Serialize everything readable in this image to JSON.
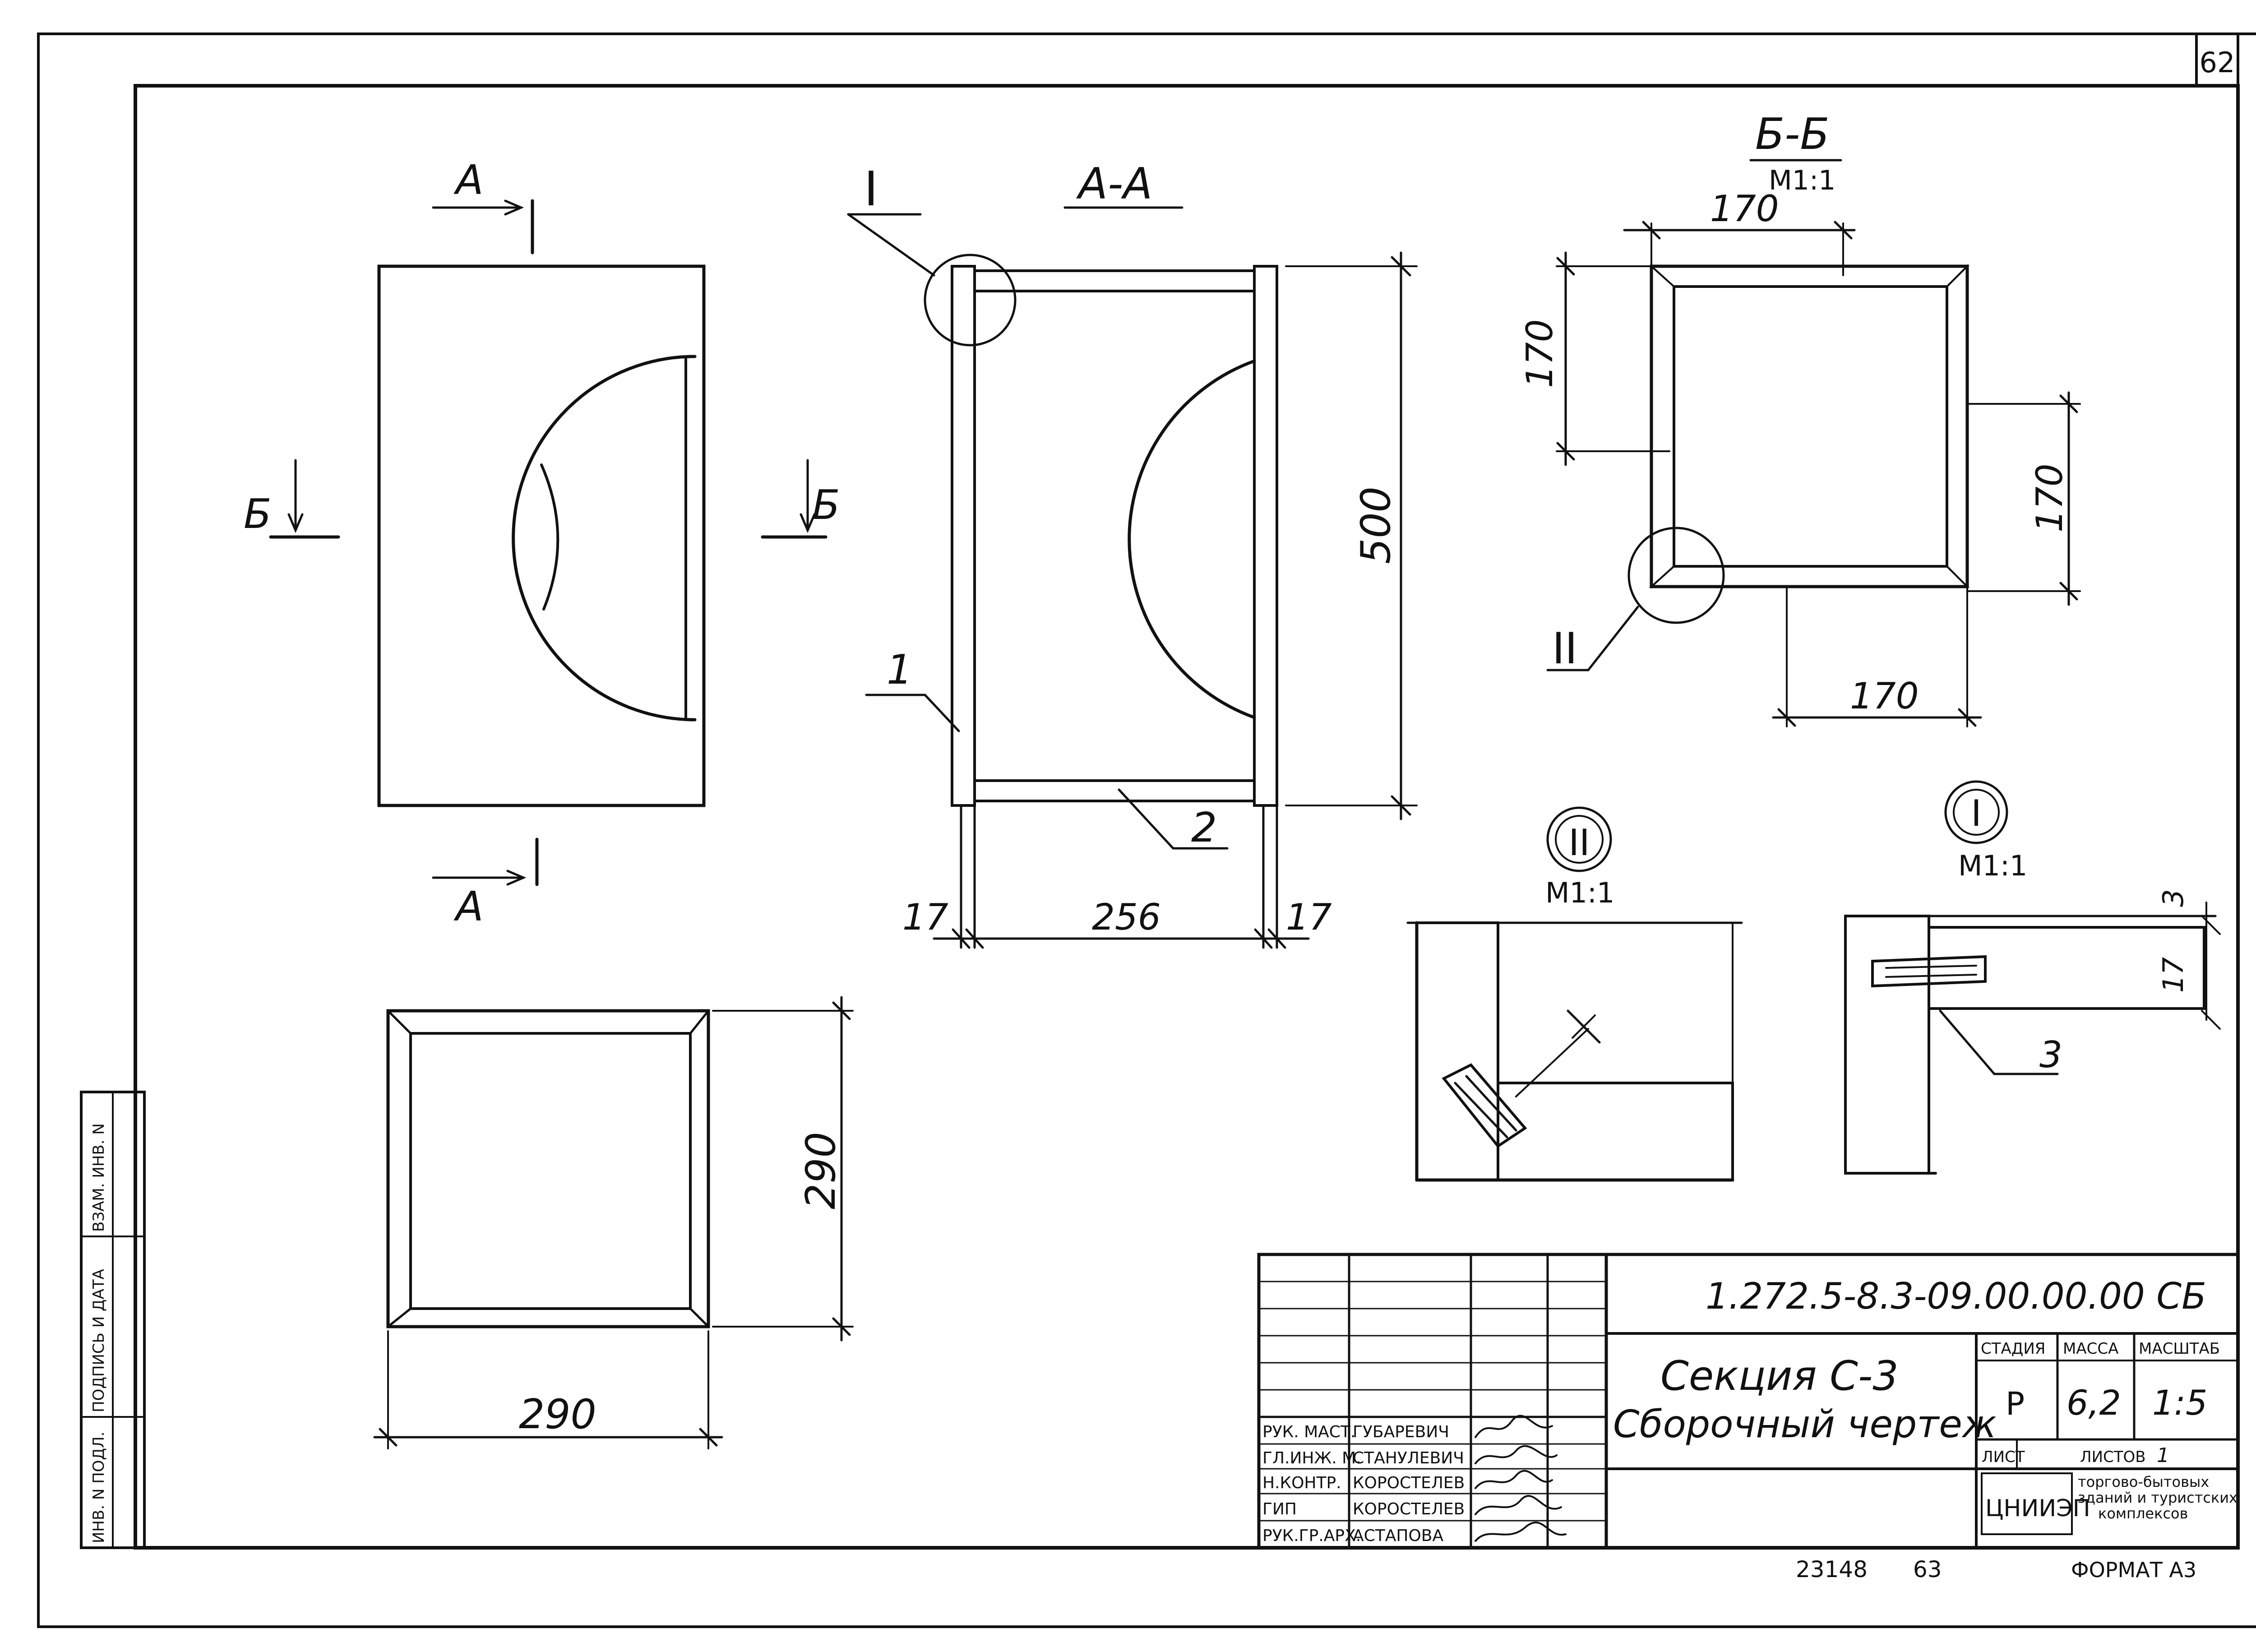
{
  "sheet": {
    "number": "62",
    "format": "ФОРМАТ А3",
    "archive_code": "23148",
    "archive_sheet": "63"
  },
  "sections": {
    "aa_label": "А-А",
    "bb_label": "Б-Б",
    "bb_scale": "М1:1",
    "arrow_a": "А",
    "arrow_b": "Б"
  },
  "callouts": {
    "detail_1": "I",
    "detail_2": "II",
    "detail_1_scale": "М1:1",
    "detail_2_scale": "М1:1",
    "pos_1": "1",
    "pos_2": "2",
    "pos_3": "3"
  },
  "dimensions": {
    "height_500": "500",
    "wall_left": "17",
    "inner_256": "256",
    "wall_right": "17",
    "bb_top": "170",
    "bb_left": "170",
    "bb_right": "170",
    "bb_bottom": "170",
    "front_height": "290",
    "front_width": "290",
    "detail_gap": "3",
    "detail_thick": "17"
  },
  "side_stamp": {
    "inv_orig": "ИНВ. N ПОДЛ.",
    "sign_date": "ПОДПИСЬ И ДАТА",
    "inv_repl": "ВЗАМ. ИНВ. N"
  },
  "title_block": {
    "designation": "1.272.5-8.3-09.00.00.00 СБ",
    "title_line1": "Секция С-3",
    "title_line2": "Сборочный чертеж",
    "stage_header": "СТАДИЯ",
    "mass_header": "МАССА",
    "scale_header": "МАСШТАБ",
    "stage": "Р",
    "mass": "6,2",
    "scale": "1:5",
    "sheet_label": "ЛИСТ",
    "sheets_label": "ЛИСТОВ",
    "sheets_count": "1",
    "org_logo": "ЦНИИЭП",
    "org_name_1": "торгово-бытовых",
    "org_name_2": "зданий и туристских",
    "org_name_3": "комплексов",
    "staff": [
      {
        "role": "РУК. МАСТ.",
        "name": "ГУБАРЕВИЧ"
      },
      {
        "role": "ГЛ.ИНЖ. М.",
        "name": "СТАНУЛЕВИЧ"
      },
      {
        "role": "Н.КОНТР.",
        "name": "КОРОСТЕЛЕВ"
      },
      {
        "role": "ГИП",
        "name": "КОРОСТЕЛЕВ"
      },
      {
        "role": "РУК.ГР.АРХ.",
        "name": "АСТАПОВА"
      }
    ]
  }
}
